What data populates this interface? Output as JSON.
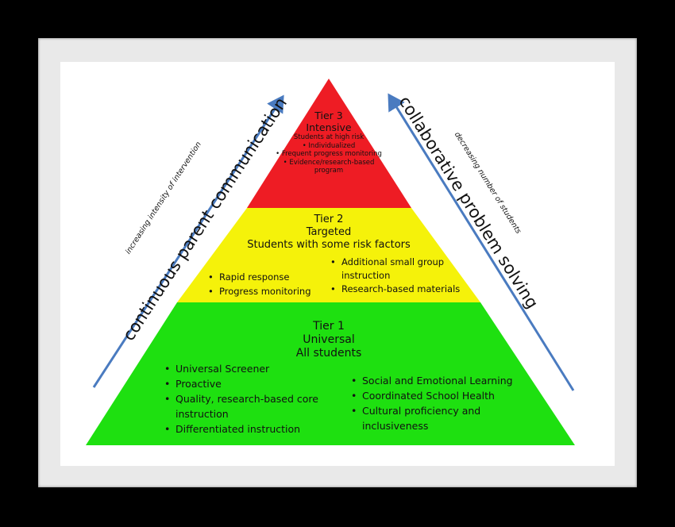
{
  "colors": {
    "tier3": "#ee1c24",
    "tier2": "#f5f20a",
    "tier1": "#1ee010",
    "arrow": "#4a7bc0",
    "frame": "#e9e9e9"
  },
  "tier3": {
    "title": "Tier 3",
    "subtitle": "Intensive",
    "audience": "Students at high risk",
    "bullets": [
      "Individualized",
      "Frequent progress monitoring",
      "Evidence/research-based program"
    ]
  },
  "tier2": {
    "title": "Tier 2",
    "subtitle": "Targeted",
    "audience": "Students with some risk factors",
    "left_bullets": [
      "Rapid response",
      "Progress monitoring"
    ],
    "right_bullets": [
      "Additional small group instruction",
      "Research-based materials"
    ]
  },
  "tier1": {
    "title": "Tier 1",
    "subtitle": "Universal",
    "audience": "All students",
    "left_bullets": [
      "Universal Screener",
      "Proactive",
      "Quality, research-based core instruction",
      "Differentiated instruction"
    ],
    "right_bullets": [
      "Social and Emotional Learning",
      "Coordinated School Health",
      "Cultural proficiency and inclusiveness"
    ]
  },
  "left_side": {
    "main_label": "continuous parent communication",
    "sub_label": "increasing intensity of intervention"
  },
  "right_side": {
    "main_label": "collaborative problem solving",
    "sub_label": "decreasing number of students"
  }
}
